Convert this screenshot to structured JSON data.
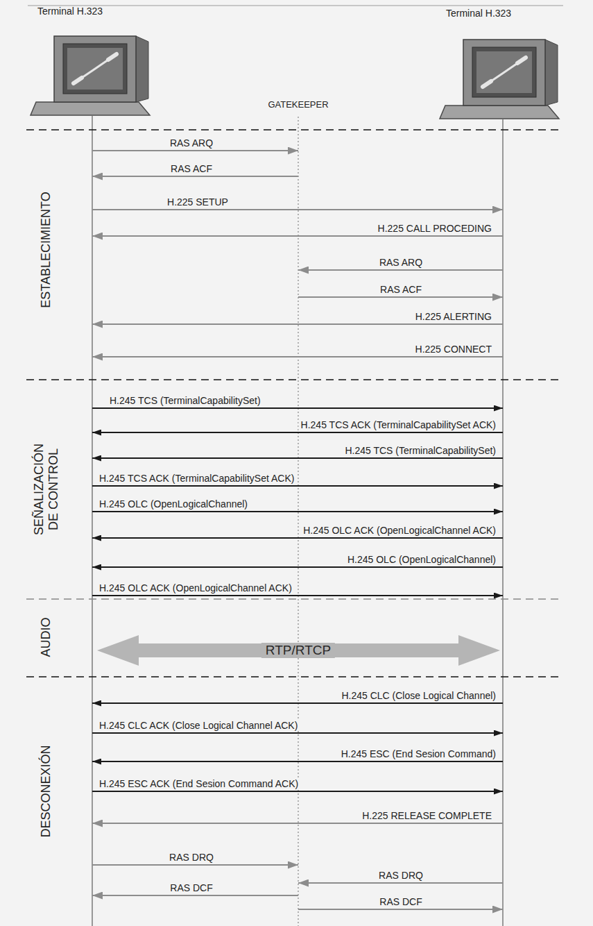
{
  "diagram": {
    "nodes": [
      {
        "text": [
          "Terminal H.323"
        ]
      },
      {
        "text": [
          "GATEKEEPER"
        ]
      },
      {
        "text": [
          "Terminal H.323"
        ]
      }
    ],
    "edges": [
      {
        "from": 0,
        "to": 1,
        "label": "RAS ARQ",
        "arrow": "to"
      },
      {
        "from": 1,
        "to": 0,
        "label": "RAS ACF",
        "arrow": "to"
      },
      {
        "from": 0,
        "to": 2,
        "label": "H.225 SETUP",
        "arrow": "to"
      },
      {
        "from": 2,
        "to": 0,
        "label": "H.225 CALL PROCEDING",
        "arrow": "to"
      },
      {
        "from": 2,
        "to": 1,
        "label": "RAS ARQ",
        "arrow": "to"
      },
      {
        "from": 1,
        "to": 2,
        "label": "RAS ACF",
        "arrow": "to"
      },
      {
        "from": 2,
        "to": 0,
        "label": "H.225 ALERTING",
        "arrow": "to"
      },
      {
        "from": 2,
        "to": 0,
        "label": "H.225 CONNECT",
        "arrow": "to"
      },
      {
        "from": 0,
        "to": 2,
        "label": "H.245 TCS (TerminalCapabilitySet)",
        "arrow": "to"
      },
      {
        "from": 2,
        "to": 0,
        "label": "H.245 TCS ACK (TerminalCapabilitySet ACK)",
        "arrow": "to"
      },
      {
        "from": 2,
        "to": 0,
        "label": "H.245 TCS (TerminalCapabilitySet)",
        "arrow": "to"
      },
      {
        "from": 0,
        "to": 2,
        "label": "H.245 TCS ACK (TerminalCapabilitySet ACK)",
        "arrow": "to"
      },
      {
        "from": 0,
        "to": 2,
        "label": "H.245 OLC (OpenLogicalChannel)",
        "arrow": "to"
      },
      {
        "from": 2,
        "to": 0,
        "label": "H.245 OLC ACK (OpenLogicalChannel ACK)",
        "arrow": "to"
      },
      {
        "from": 2,
        "to": 0,
        "label": "H.245 OLC (OpenLogicalChannel)",
        "arrow": "to"
      },
      {
        "from": 0,
        "to": 2,
        "label": "H.245 OLC ACK (OpenLogicalChannel ACK)",
        "arrow": "to"
      },
      {
        "from": 0,
        "to": 2,
        "label": "RTP/RTCP",
        "arrow": "both"
      },
      {
        "from": 2,
        "to": 0,
        "label": "H.245 CLC (Close Logical Channel)",
        "arrow": "to"
      },
      {
        "from": 0,
        "to": 2,
        "label": "H.245 CLC ACK (Close Logical Channel ACK)",
        "arrow": "to"
      },
      {
        "from": 2,
        "to": 0,
        "label": "H.245 ESC (End Sesion Command)",
        "arrow": "to"
      },
      {
        "from": 0,
        "to": 2,
        "label": "H.245 ESC ACK (End Sesion Command ACK)",
        "arrow": "to"
      },
      {
        "from": 2,
        "to": 0,
        "label": "H.225 RELEASE COMPLETE",
        "arrow": "to"
      },
      {
        "from": 0,
        "to": 1,
        "label": "RAS DRQ",
        "arrow": "to"
      },
      {
        "from": 2,
        "to": 1,
        "label": "RAS DRQ",
        "arrow": "to"
      },
      {
        "from": 1,
        "to": 0,
        "label": "RAS DCF",
        "arrow": "to"
      },
      {
        "from": 1,
        "to": 2,
        "label": "RAS DCF",
        "arrow": "to"
      }
    ],
    "labels": [
      "ESTABLECIMIENTO",
      "SEÑALIZACIÓN DE CONTROL",
      "AUDIO",
      "DESCONEXIÓN"
    ]
  }
}
